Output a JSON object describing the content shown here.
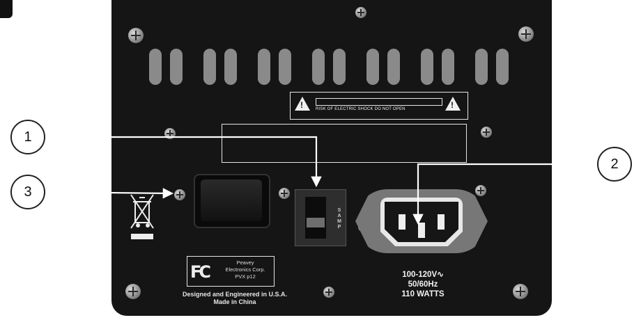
{
  "warning": {
    "text": "RISK OF ELECTRIC SHOCK DO NOT OPEN",
    "icon": "electric-shock-warning-icon"
  },
  "selector_switch": {
    "label_lines": [
      "S",
      "A",
      "M",
      "P"
    ]
  },
  "fcc_label": {
    "logo": "FC",
    "line1": "Peavey",
    "line2": "Electronics Corp.",
    "line3": "PVX p12"
  },
  "origin": {
    "line1": "Designed and Engineered in U.S.A.",
    "line2": "Made in China"
  },
  "power_rating": {
    "voltage": "100-120V∿",
    "frequency": "50/60Hz",
    "watts": "110 WATTS"
  },
  "callouts": [
    {
      "number": "1"
    },
    {
      "number": "2"
    },
    {
      "number": "3"
    }
  ],
  "colors": {
    "panel": "#151515",
    "print": "#e6e6e6",
    "background": "#ffffff"
  }
}
